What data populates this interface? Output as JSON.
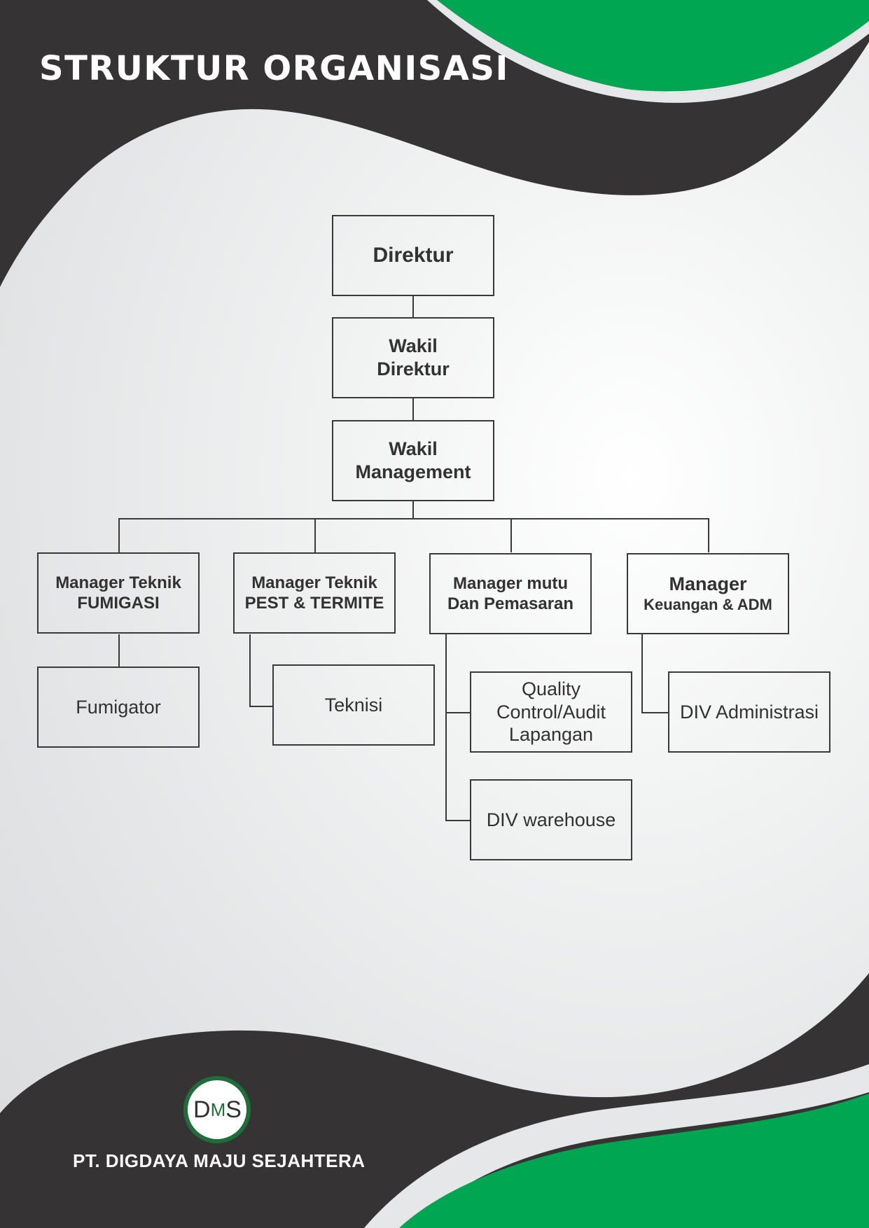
{
  "page": {
    "title": "STRUKTUR ORGANISASI"
  },
  "colors": {
    "dark": "#363334",
    "green": "#00a651",
    "light": "#e6e7e8",
    "line": "#3a3839"
  },
  "org": {
    "direktur": "Direktur",
    "wakil_direktur": [
      "Wakil",
      "Direktur"
    ],
    "wakil_management": [
      "Wakil",
      "Management"
    ],
    "managers": {
      "fumigasi": [
        "Manager Teknik",
        "FUMIGASI"
      ],
      "pest": [
        "Manager Teknik",
        "PEST & TERMITE"
      ],
      "mutu": [
        "Manager mutu",
        "Dan Pemasaran"
      ],
      "keuangan": [
        "Manager",
        "Keuangan & ADM"
      ]
    },
    "staff": {
      "fumigator": "Fumigator",
      "teknisi": "Teknisi",
      "quality": [
        "Quality",
        "Control/Audit",
        "Lapangan"
      ],
      "warehouse": "DIV warehouse",
      "administrasi": "DIV Administrasi"
    }
  },
  "footer": {
    "logo_icon": "dms-logo-icon",
    "logo_text": [
      "D",
      "M",
      "S"
    ],
    "company": "PT. DIGDAYA MAJU SEJAHTERA"
  }
}
